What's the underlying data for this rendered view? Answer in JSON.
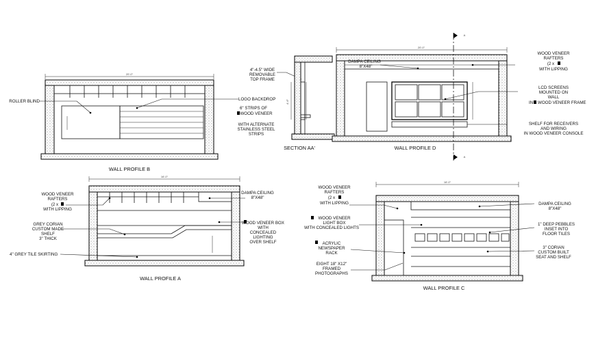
{
  "drawings": {
    "wall_profile_b": {
      "title": "WALL PROFILE B",
      "dimension": "20'-0\"",
      "labels": {
        "roller_blind": "ROLLER BLIND"
      }
    },
    "logo_notes": {
      "logo_backdrop": "LOGO BACKDROP",
      "strips": [
        "6\" STRIPS OF",
        "WOOD VENEER"
      ],
      "alternate": [
        "WITH ALTERNATE",
        "STAINLESS STEEL",
        "STRIPS"
      ],
      "frame": [
        "4\"-4.5\" WIDE",
        "REMOVABLE",
        "TOP FRAME"
      ],
      "height": "4'-6\""
    },
    "section_aa": {
      "title": "SECTION AA'"
    },
    "wall_profile_d": {
      "title": "WALL PROFILE D",
      "dimension": "20'-0\"",
      "labels": {
        "dampa": [
          "DAMPA CEILING",
          "8\"X48\""
        ],
        "rafters": [
          "WOOD VENEER",
          "RAFTERS",
          "(2 x",
          "WITH LIPPING"
        ],
        "screens": [
          "LCD SCREENS",
          "MOUNTED ON",
          "WALL",
          "IN",
          "WOOD VENEER FRAME"
        ],
        "shelf": [
          "SHELF FOR RECEIVERS",
          "AND WIRING",
          "IN WOOD VENEER CONSOLE"
        ]
      }
    },
    "wall_profile_a": {
      "title": "WALL PROFILE A",
      "dimension": "16'-0\"",
      "labels": {
        "rafters": [
          "WOOD VENEER",
          "RAFTERS",
          "(2 x",
          "WITH LIPPING"
        ],
        "corian": [
          "GREY CORIAN",
          "CUSTOM MADE",
          "SHELF",
          "3\" THICK"
        ],
        "skirting": "4\" GREY TILE SKIRTING",
        "dampa": [
          "DAMPA CEILING",
          "8\"X48\""
        ],
        "box": [
          "WOOD VENEER BOX",
          "WITH",
          "CONCEALED",
          "LIGHTING",
          "OVER SHELF"
        ]
      }
    },
    "wall_profile_c": {
      "title": "WALL PROFILE C",
      "dimension": "16'-0\"",
      "labels": {
        "rafters": [
          "WOOD VENEER",
          "RAFTERS",
          "(2 x",
          "WITH LIPPING"
        ],
        "lightbox": [
          "WOOD VENEER",
          "LIGHT BOX",
          "WITH CONCEALED LIGHTS"
        ],
        "rack": [
          "ACRYLIC",
          "NEWSPAPER",
          "RACK"
        ],
        "photos": [
          "EIGHT 18\" X12\"",
          "FRAMED",
          "PHOTOGRAPHS"
        ],
        "dampa": [
          "DAMPA CEILING",
          "8\"X48\""
        ],
        "pebbles": [
          "1\" DEEP PEBBLES",
          "INSET INTO",
          "FLOOR TILES"
        ],
        "seat": [
          "3\" CORIAN",
          "CUSTOM BUILT",
          "SEAT AND SHELF"
        ]
      }
    }
  },
  "section_marker": "A"
}
